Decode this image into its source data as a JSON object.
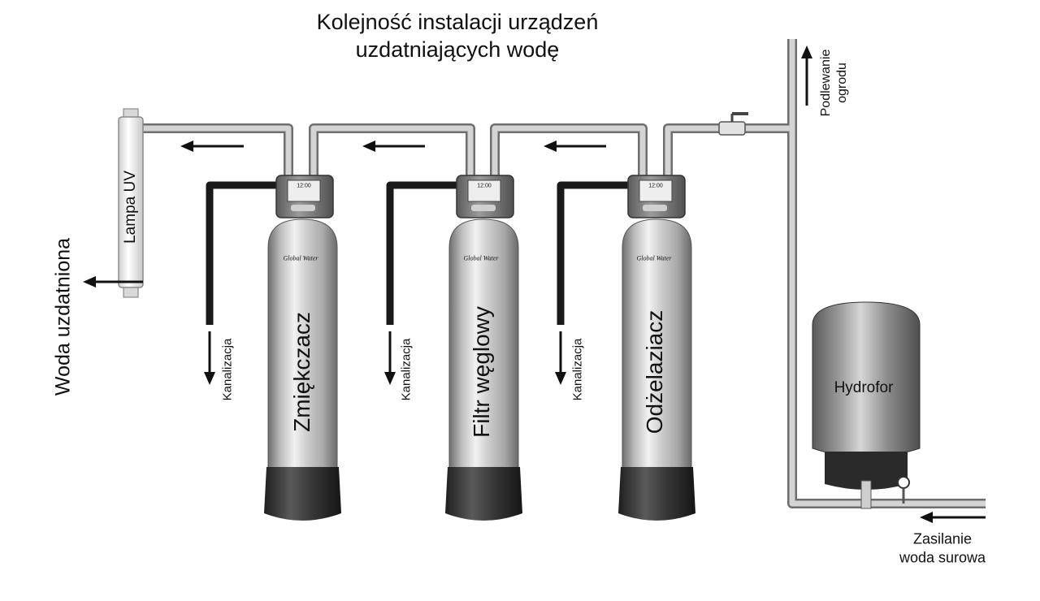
{
  "title": {
    "line1": "Kolejność instalacji urządzeń",
    "line2": "uzdatniających wodę"
  },
  "colors": {
    "pipe": "#c4c4c4",
    "pipe_edge": "#6e6e6e",
    "drain_pipe": "#1a1a1a",
    "tank_body": "#b9b9b9",
    "tank_base": "#3a3a3a",
    "valve_head": "#7a7a7a",
    "hydrofor_body": "#8e8e8e",
    "arrow": "#111111"
  },
  "uv_lamp": {
    "label": "Lampa UV"
  },
  "outlet": {
    "label": "Woda uzdatniona"
  },
  "tanks": [
    {
      "label": "Zmiękczacz",
      "brand": "Global Water",
      "display": "12:00",
      "drain_label": "Kanalizacja"
    },
    {
      "label": "Filtr węglowy",
      "brand": "Global Water",
      "display": "12:00",
      "drain_label": "Kanalizacja"
    },
    {
      "label": "Odżelaziacz",
      "brand": "Global Water",
      "display": "12:00",
      "drain_label": "Kanalizacja"
    }
  ],
  "hydrofor": {
    "label": "Hydrofor"
  },
  "garden": {
    "line1": "Podlewanie",
    "line2": "ogrodu"
  },
  "supply": {
    "line1": "Zasilanie",
    "line2": "woda surowa"
  }
}
